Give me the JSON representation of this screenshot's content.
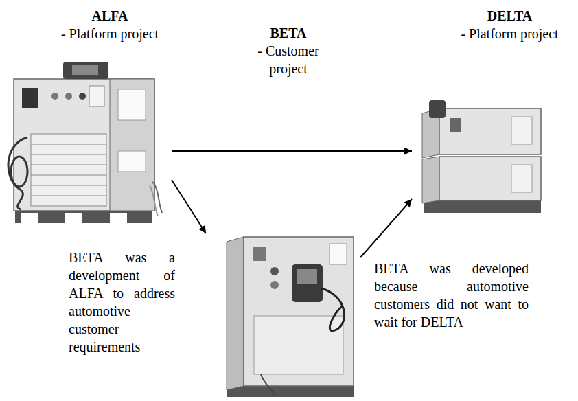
{
  "diagram": {
    "nodes": [
      {
        "text": [
          "ALFA",
          "- Platform project"
        ]
      },
      {
        "text": [
          "BETA",
          "- Customer project"
        ]
      },
      {
        "text": [
          "DELTA",
          "- Platform project"
        ]
      }
    ],
    "edges": [
      {
        "from": 0,
        "to": 2,
        "arrow": "to"
      },
      {
        "from": 0,
        "to": 1,
        "arrow": "to"
      },
      {
        "from": 1,
        "to": 2,
        "arrow": "to"
      }
    ],
    "labels": [
      "BETA was a development of ALFA to address automotive customer requirements",
      "BETA was developed because automotive customers did not want to wait for DELTA"
    ]
  }
}
